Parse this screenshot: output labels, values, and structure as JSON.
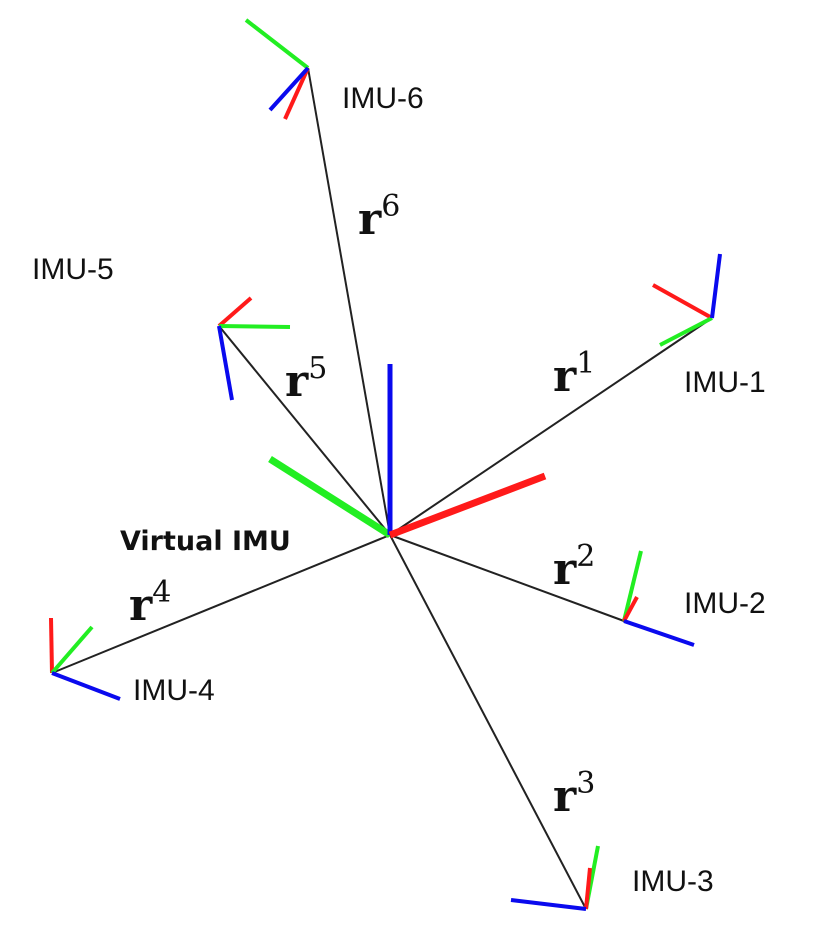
{
  "diagram": {
    "center_label": "Virtual IMU",
    "vector_symbol": "r",
    "colors": {
      "line": "#222222",
      "axis_x": "#ff1a1a",
      "axis_y": "#22ee22",
      "axis_z": "#0a0aee"
    },
    "imus": [
      {
        "id": "imu-1",
        "label": "IMU-1",
        "vector_index": "1"
      },
      {
        "id": "imu-2",
        "label": "IMU-2",
        "vector_index": "2"
      },
      {
        "id": "imu-3",
        "label": "IMU-3",
        "vector_index": "3"
      },
      {
        "id": "imu-4",
        "label": "IMU-4",
        "vector_index": "4"
      },
      {
        "id": "imu-5",
        "label": "IMU-5",
        "vector_index": "5"
      },
      {
        "id": "imu-6",
        "label": "IMU-6",
        "vector_index": "6"
      }
    ]
  }
}
